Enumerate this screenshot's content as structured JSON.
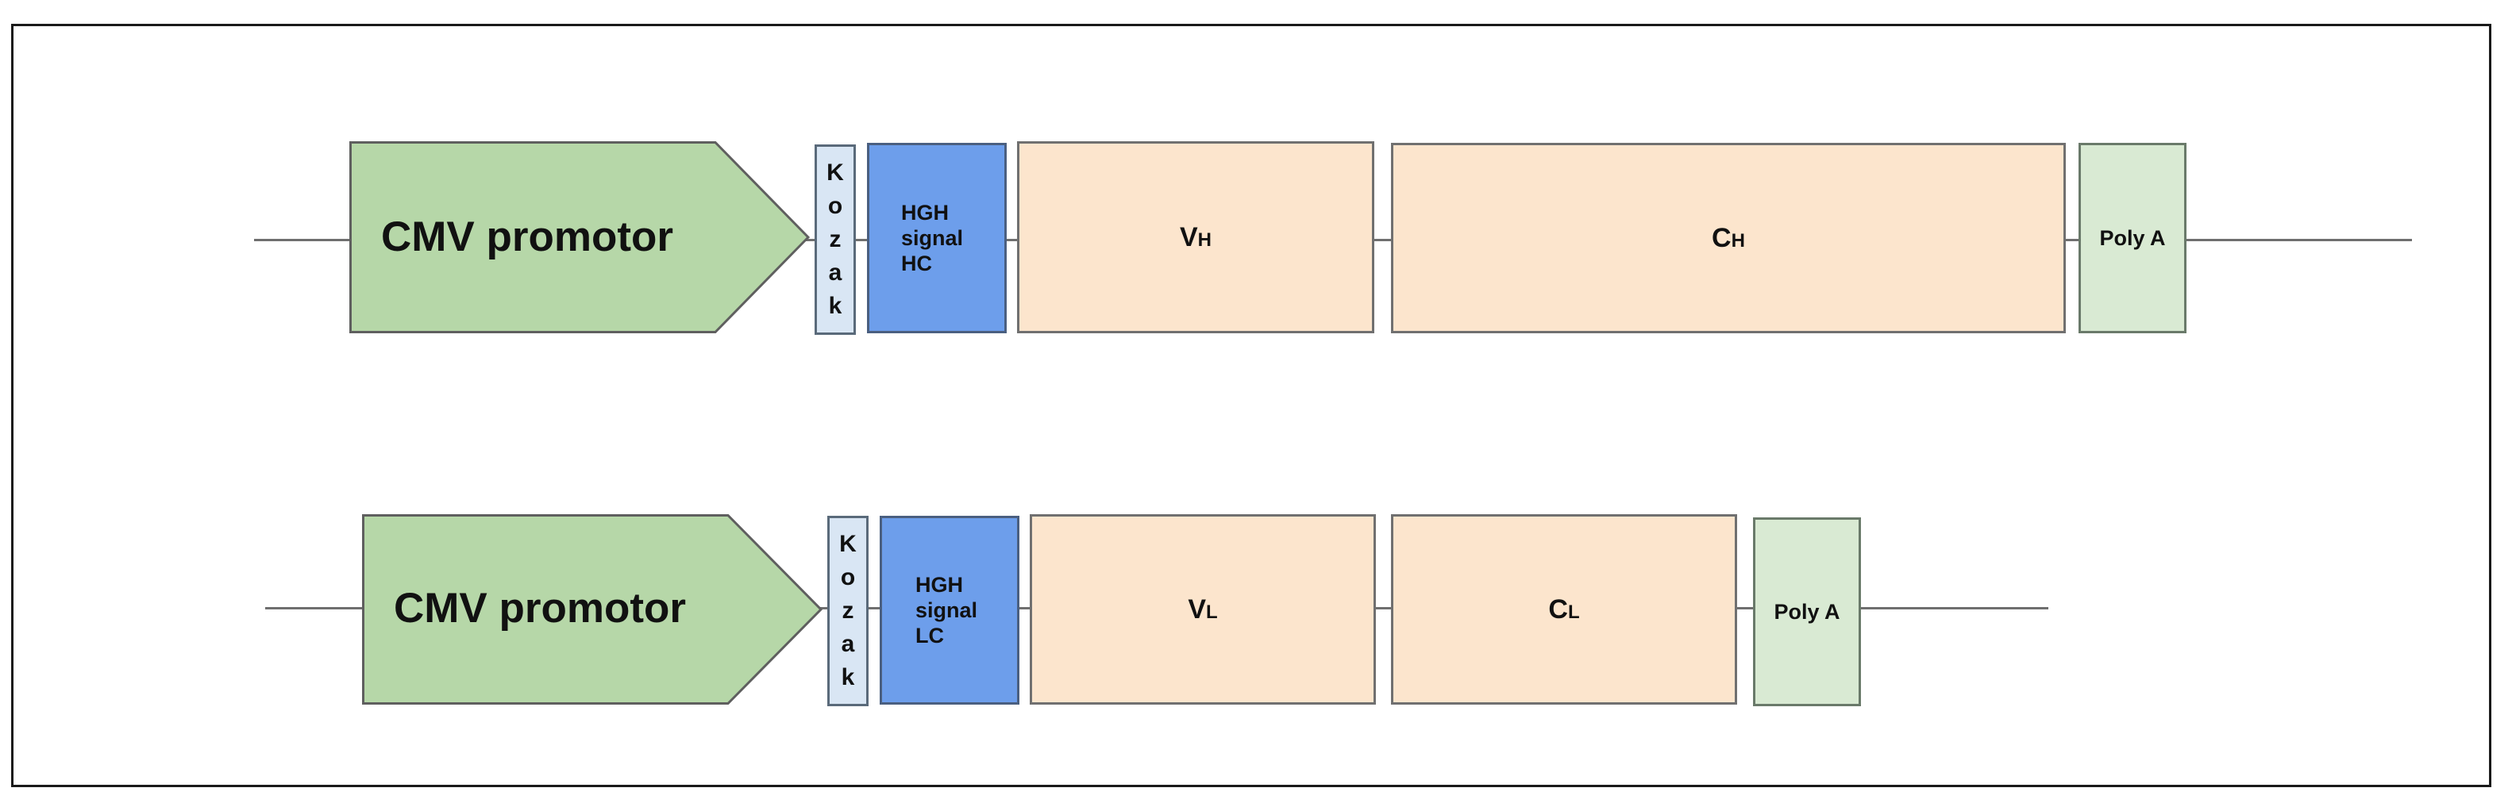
{
  "colors": {
    "promoter_fill": "#b6d7a8",
    "kozak_fill": "#d9e6f4",
    "signal_fill": "#6d9eeb",
    "domain_fill": "#fce5cd",
    "polya_fill": "#d9ead3",
    "line": "#6f6f6f"
  },
  "heavy_chain": {
    "promoter": "CMV promotor",
    "kozak": [
      "K",
      "o",
      "z",
      "a",
      "k"
    ],
    "signal": [
      "HGH",
      "signal",
      "HC"
    ],
    "variable": {
      "main": "V",
      "sub": "H"
    },
    "constant": {
      "main": "C",
      "sub": "H"
    },
    "polya": "Poly A"
  },
  "light_chain": {
    "promoter": "CMV promotor",
    "kozak": [
      "K",
      "o",
      "z",
      "a",
      "k"
    ],
    "signal": [
      "HGH",
      "signal",
      "LC"
    ],
    "variable": {
      "main": "V",
      "sub": "L"
    },
    "constant": {
      "main": "C",
      "sub": "L"
    },
    "polya": "Poly A"
  }
}
